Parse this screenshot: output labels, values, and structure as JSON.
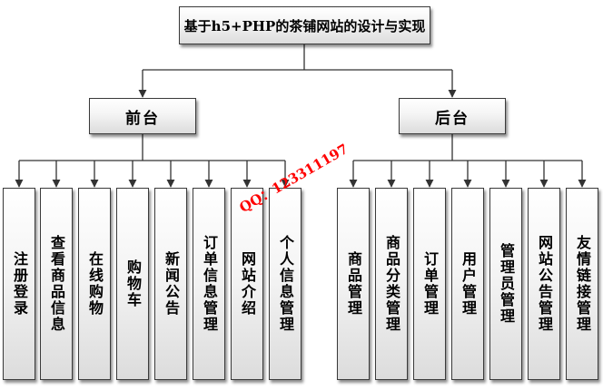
{
  "root": {
    "label": "基于h5+PHP的茶铺网站的设计与实现"
  },
  "front": {
    "label": "前台",
    "items": [
      "注册登录",
      "查看商品信息",
      "在线购物",
      "购物车",
      "新闻公告",
      "订单信息管理",
      "网站介绍",
      "个人信息管理"
    ]
  },
  "back": {
    "label": "后台",
    "items": [
      "商品管理",
      "商品分类管理",
      "订单管理",
      "用户管理",
      "管理员管理",
      "网站公告管理",
      "友情链接管理"
    ]
  },
  "watermark": "QQ：123311197",
  "colors": {
    "line": "#333333",
    "watermark": "#ff0000"
  }
}
